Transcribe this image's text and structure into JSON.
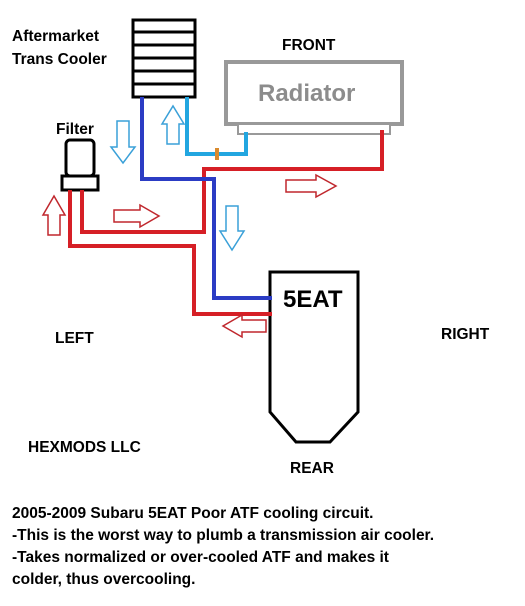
{
  "labels": {
    "cooler": [
      "Aftermarket",
      "Trans Cooler"
    ],
    "front": "FRONT",
    "radiator": "Radiator",
    "filter": "Filter",
    "transmission": "5EAT",
    "left": "LEFT",
    "right": "RIGHT",
    "rear": "REAR",
    "company": "HEXMODS LLC"
  },
  "caption": [
    "2005-2009 Subaru 5EAT Poor ATF cooling circuit.",
    "-This is the worst way to plumb a transmission air cooler.",
    "-Takes normalized or over-cooled ATF and makes it",
    "colder, thus overcooling."
  ],
  "colors": {
    "hot_line": "#d61f26",
    "cooled_line": "#2b3cc4",
    "radiator_cooled_line": "#22a6e0",
    "radiator_outline": "#999999",
    "connector": "#d98a2e",
    "hot_arrow": "#c0272d",
    "cool_arrow": "#3aa0d8"
  },
  "icons": {
    "cooler": "air-cooler-icon",
    "filter": "inline-filter-icon",
    "transmission": "transmission-case-icon",
    "arrows": "flow-arrow-icon"
  }
}
